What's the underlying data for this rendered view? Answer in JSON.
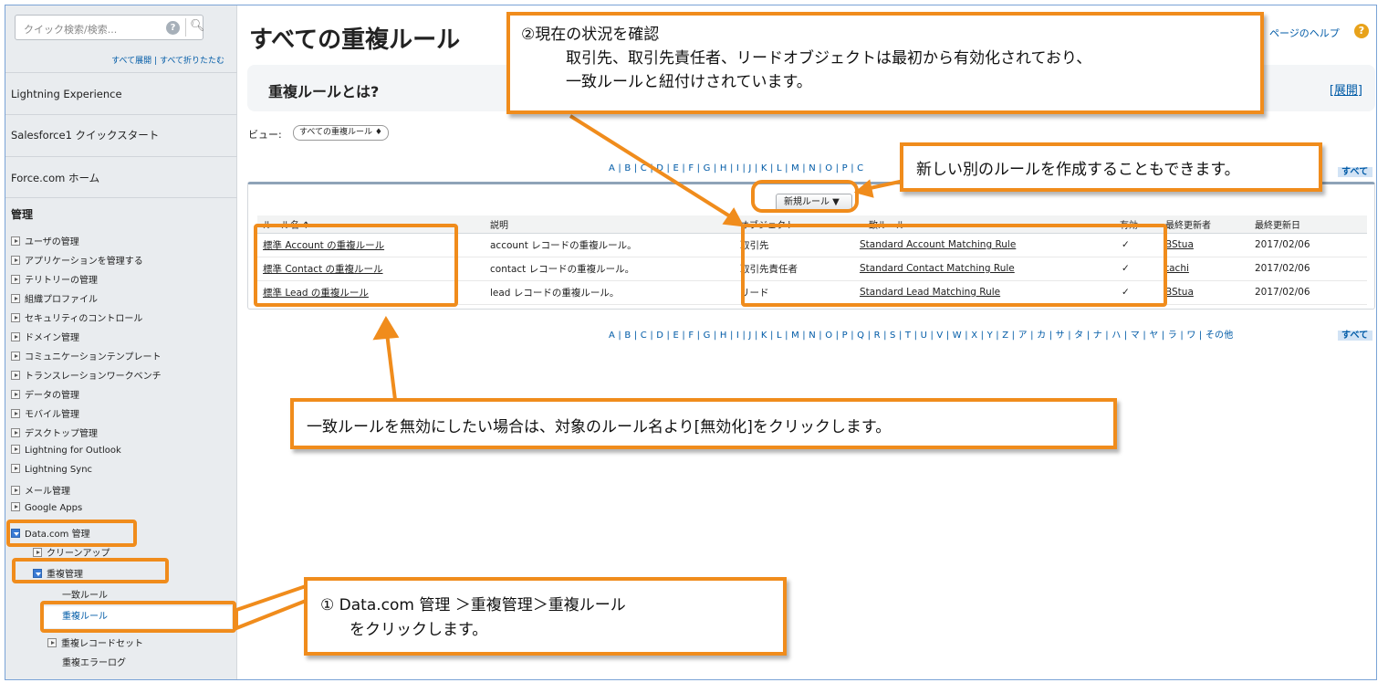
{
  "sidebar": {
    "search_placeholder": "クイック検索/検索...",
    "help_icon": "?",
    "expand_all": "すべて展開",
    "divider": "|",
    "collapse_all": "すべて折りたたむ",
    "sections": [
      "Lightning Experience",
      "Salesforce1 クイックスタート",
      "Force.com ホーム"
    ],
    "mgmt_title": "管理",
    "items": [
      "ユーザの管理",
      "アプリケーションを管理する",
      "テリトリーの管理",
      "組織プロファイル",
      "セキュリティのコントロール",
      "ドメイン管理",
      "コミュニケーションテンプレート",
      "トランスレーションワークベンチ",
      "データの管理",
      "モバイル管理",
      "デスクトップ管理",
      "Lightning for Outlook",
      "Lightning Sync",
      "メール管理",
      "Google Apps"
    ],
    "datacom": "Data.com 管理",
    "cleanup": "クリーンアップ",
    "dup_mgmt": "重複管理",
    "matching_rules": "一致ルール",
    "dup_rules": "重複ルール",
    "dup_record_sets": "重複レコードセット",
    "dup_error_log": "重複エラーログ"
  },
  "main": {
    "title": "すべての重複ルール",
    "help_link": "ページのヘルプ",
    "about_title": "重複ルールとは?",
    "expand_link": "[展開]",
    "view_label": "ビュー:",
    "view_value": "すべての重複ルール ♦",
    "alpha_top": "A | B | C | D | E | F | G | H | I | J | K | L | M | N | O | P | C",
    "alpha_bottom": "A | B | C | D | E | F | G | H | I | J | K | L | M | N | O | P | Q | R | S | T | U | V | W | X | Y | Z | ア | カ | サ | タ | ナ | ハ | マ | ヤ | ラ | ワ | その他",
    "alpha_all": "すべて",
    "new_rule_button": "新規ルール ▼",
    "columns": [
      "ルール名 ↑",
      "説明",
      "オブジェクト",
      "一致ルール",
      "有効",
      "最終更新者",
      "最終更新日"
    ],
    "rows": [
      {
        "name": "標準 Account の重複ルール",
        "desc": "account レコードの重複ルール。",
        "object": "取引先",
        "rule": "Standard Account Matching Rule",
        "active": "✓",
        "user": "BStua",
        "date": "2017/02/06"
      },
      {
        "name": "標準 Contact の重複ルール",
        "desc": "contact レコードの重複ルール。",
        "object": "取引先責任者",
        "rule": "Standard Contact Matching Rule",
        "active": "✓",
        "user": "tachi",
        "date": "2017/02/06"
      },
      {
        "name": "標準 Lead の重複ルール",
        "desc": "lead レコードの重複ルール。",
        "object": "リード",
        "rule": "Standard Lead Matching Rule",
        "active": "✓",
        "user": "BStua",
        "date": "2017/02/06"
      }
    ]
  },
  "callouts": {
    "c2_line1": "②現在の状況を確認",
    "c2_line2": "取引先、取引先責任者、リードオブジェクトは最初から有効化されており、",
    "c2_line3": "一致ルールと紐付けされています。",
    "new_rule": "新しい別のルールを作成することもできます。",
    "disable": "一致ルールを無効にしたい場合は、対象のルール名より[無効化]をクリックします。",
    "c1_line1": "① Data.com 管理 ＞重複管理＞重複ルール",
    "c1_line2": "をクリックします。"
  },
  "colors": {
    "accent": "#f08c1c",
    "link": "#015ba7",
    "header_bar": "#8ea3b8"
  }
}
